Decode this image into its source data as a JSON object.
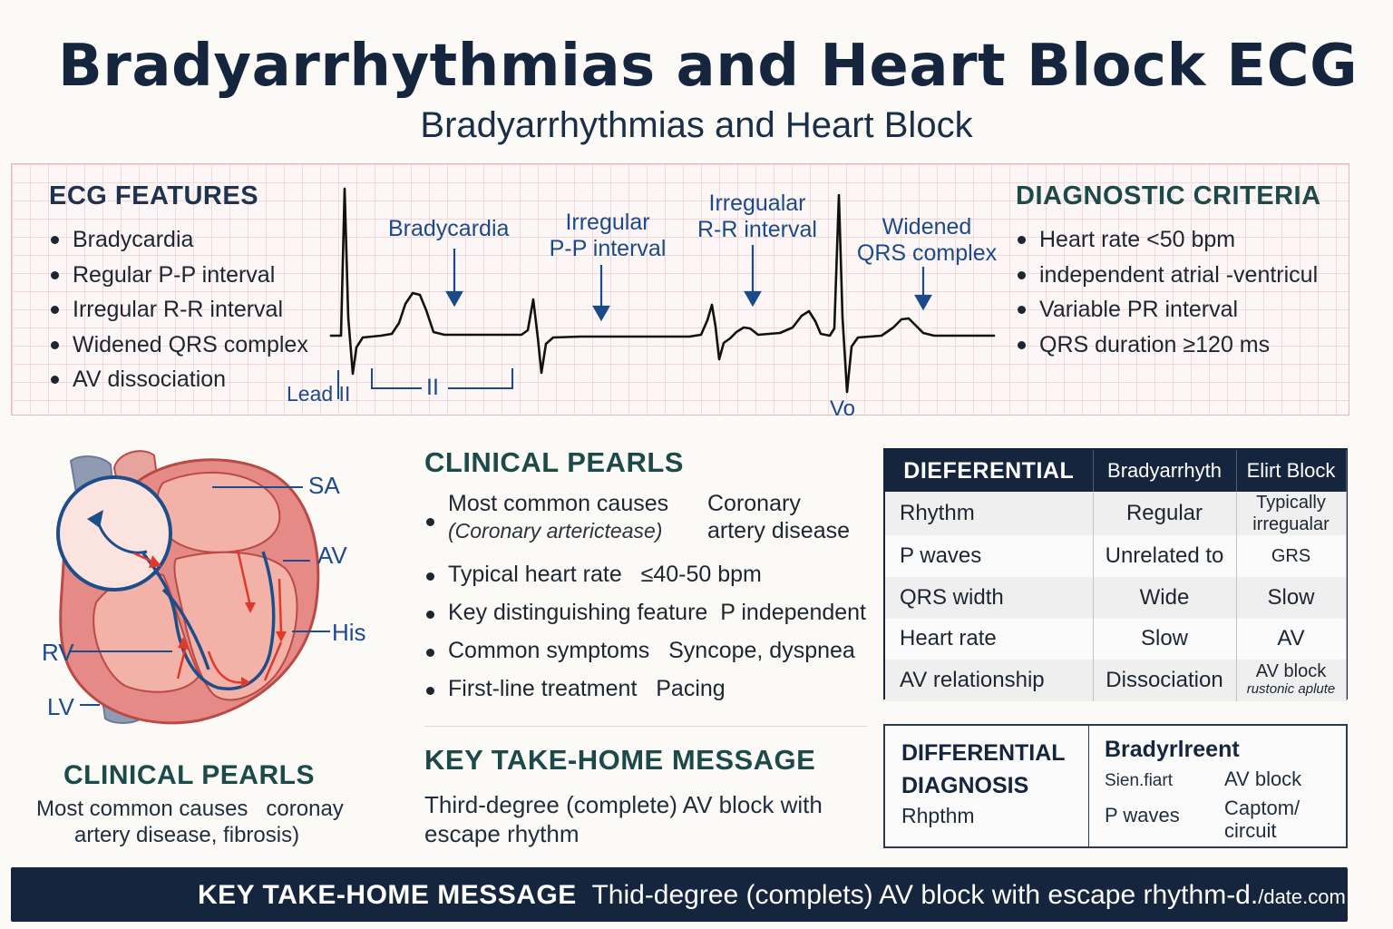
{
  "title": "Bradyarrhythmias and Heart Block ECG",
  "subtitle": "Bradyarrhythmias and Heart Block",
  "ecg_features": {
    "heading": "ECG FEATURES",
    "items": [
      "Bradycardia",
      "Regular P-P interval",
      "Irregular R-R interval",
      "Widened QRS complex",
      "AV dissociation"
    ]
  },
  "ecg_strip": {
    "labels": {
      "bradycardia": "Bradycardia",
      "irregular_pp": [
        "Irregular",
        "P-P interval"
      ],
      "irregular_rr": [
        "Irregualar",
        "R-R interval"
      ],
      "widened_qrs": [
        "Widened",
        "QRS complex"
      ],
      "lead": "Lead II",
      "bracket": "II",
      "vo": "Vo"
    },
    "colors": {
      "trace": "#111111",
      "annotation": "#1b4a8a"
    }
  },
  "diagnostic_criteria": {
    "heading": "DIAGNOSTIC CRITERIA",
    "items": [
      "Heart rate <50 bpm",
      "independent atrial -ventricul",
      "Variable PR interval",
      "QRS duration ≥120 ms"
    ]
  },
  "heart_diagram": {
    "labels": {
      "sa": "SA",
      "av": "AV",
      "his": "His",
      "rv": "RV",
      "lv": "LV"
    },
    "colors": {
      "muscle": "#e58a86",
      "chamber": "#f3b2a8",
      "conduction": "#1d4e8a",
      "arrow": "#e0392b",
      "vessel": "#8e9bb3"
    }
  },
  "left_pearls": {
    "heading": "CLINICAL PEARLS",
    "text_line1": "Most common causes   coronay",
    "text_line2": "artery disease, fibrosis)"
  },
  "clinical_pearls": {
    "heading": "CLINICAL PEARLS",
    "items": [
      {
        "label": "Most common causes",
        "sub": "(Coronary arterictease)",
        "value": "Coronary",
        "value2": "artery disease"
      },
      {
        "label": "Typical heart rate",
        "value": "≤40-50 bpm"
      },
      {
        "label": "Key distinguishing feature",
        "value": "P independent"
      },
      {
        "label": "Common symptoms",
        "value": "Syncope, dyspnea"
      },
      {
        "label": "First-line treatment",
        "value": "Pacing"
      }
    ]
  },
  "key_message": {
    "heading": "KEY TAKE-HOME MESSAGE",
    "line1": "Third-degree (complete) AV block with",
    "line2": "escape rhythm"
  },
  "differential_table": {
    "headers": [
      "DIEFERENTIAL",
      "Bradyarrhyth",
      "Elirt Block"
    ],
    "rows": [
      {
        "label": "Rhythm",
        "col1": "Regular",
        "col2a": "Typically",
        "col2b": "irregualar"
      },
      {
        "label": "P waves",
        "col1": "Unrelated to",
        "col2": "GRS"
      },
      {
        "label": "QRS width",
        "col1": "Wide",
        "col2": "Slow"
      },
      {
        "label": "Heart rate",
        "col1": "Slow",
        "col2": "AV"
      },
      {
        "label": "AV relationship",
        "col1": "Dissociation",
        "col2a": "AV block",
        "col2b": "rustonic aplute"
      }
    ]
  },
  "differential_box": {
    "heading_line1": "DIFFERENTIAL",
    "heading_line2": "DIAGNOSIS",
    "row_label": "Rhpthm",
    "col_heading": "Bradyrlreent",
    "cells": {
      "c1r1": "Sien.fiart",
      "c2r1": "AV block",
      "c1r2": "P waves",
      "c2r2a": "Captom/",
      "c2r2b": "circuit"
    }
  },
  "footer": {
    "heading": "KEY TAKE-HOME MESSAGE",
    "text": "Thid-degree (complets) AV block with escape rhythm-d.",
    "domain": "/date.com"
  }
}
